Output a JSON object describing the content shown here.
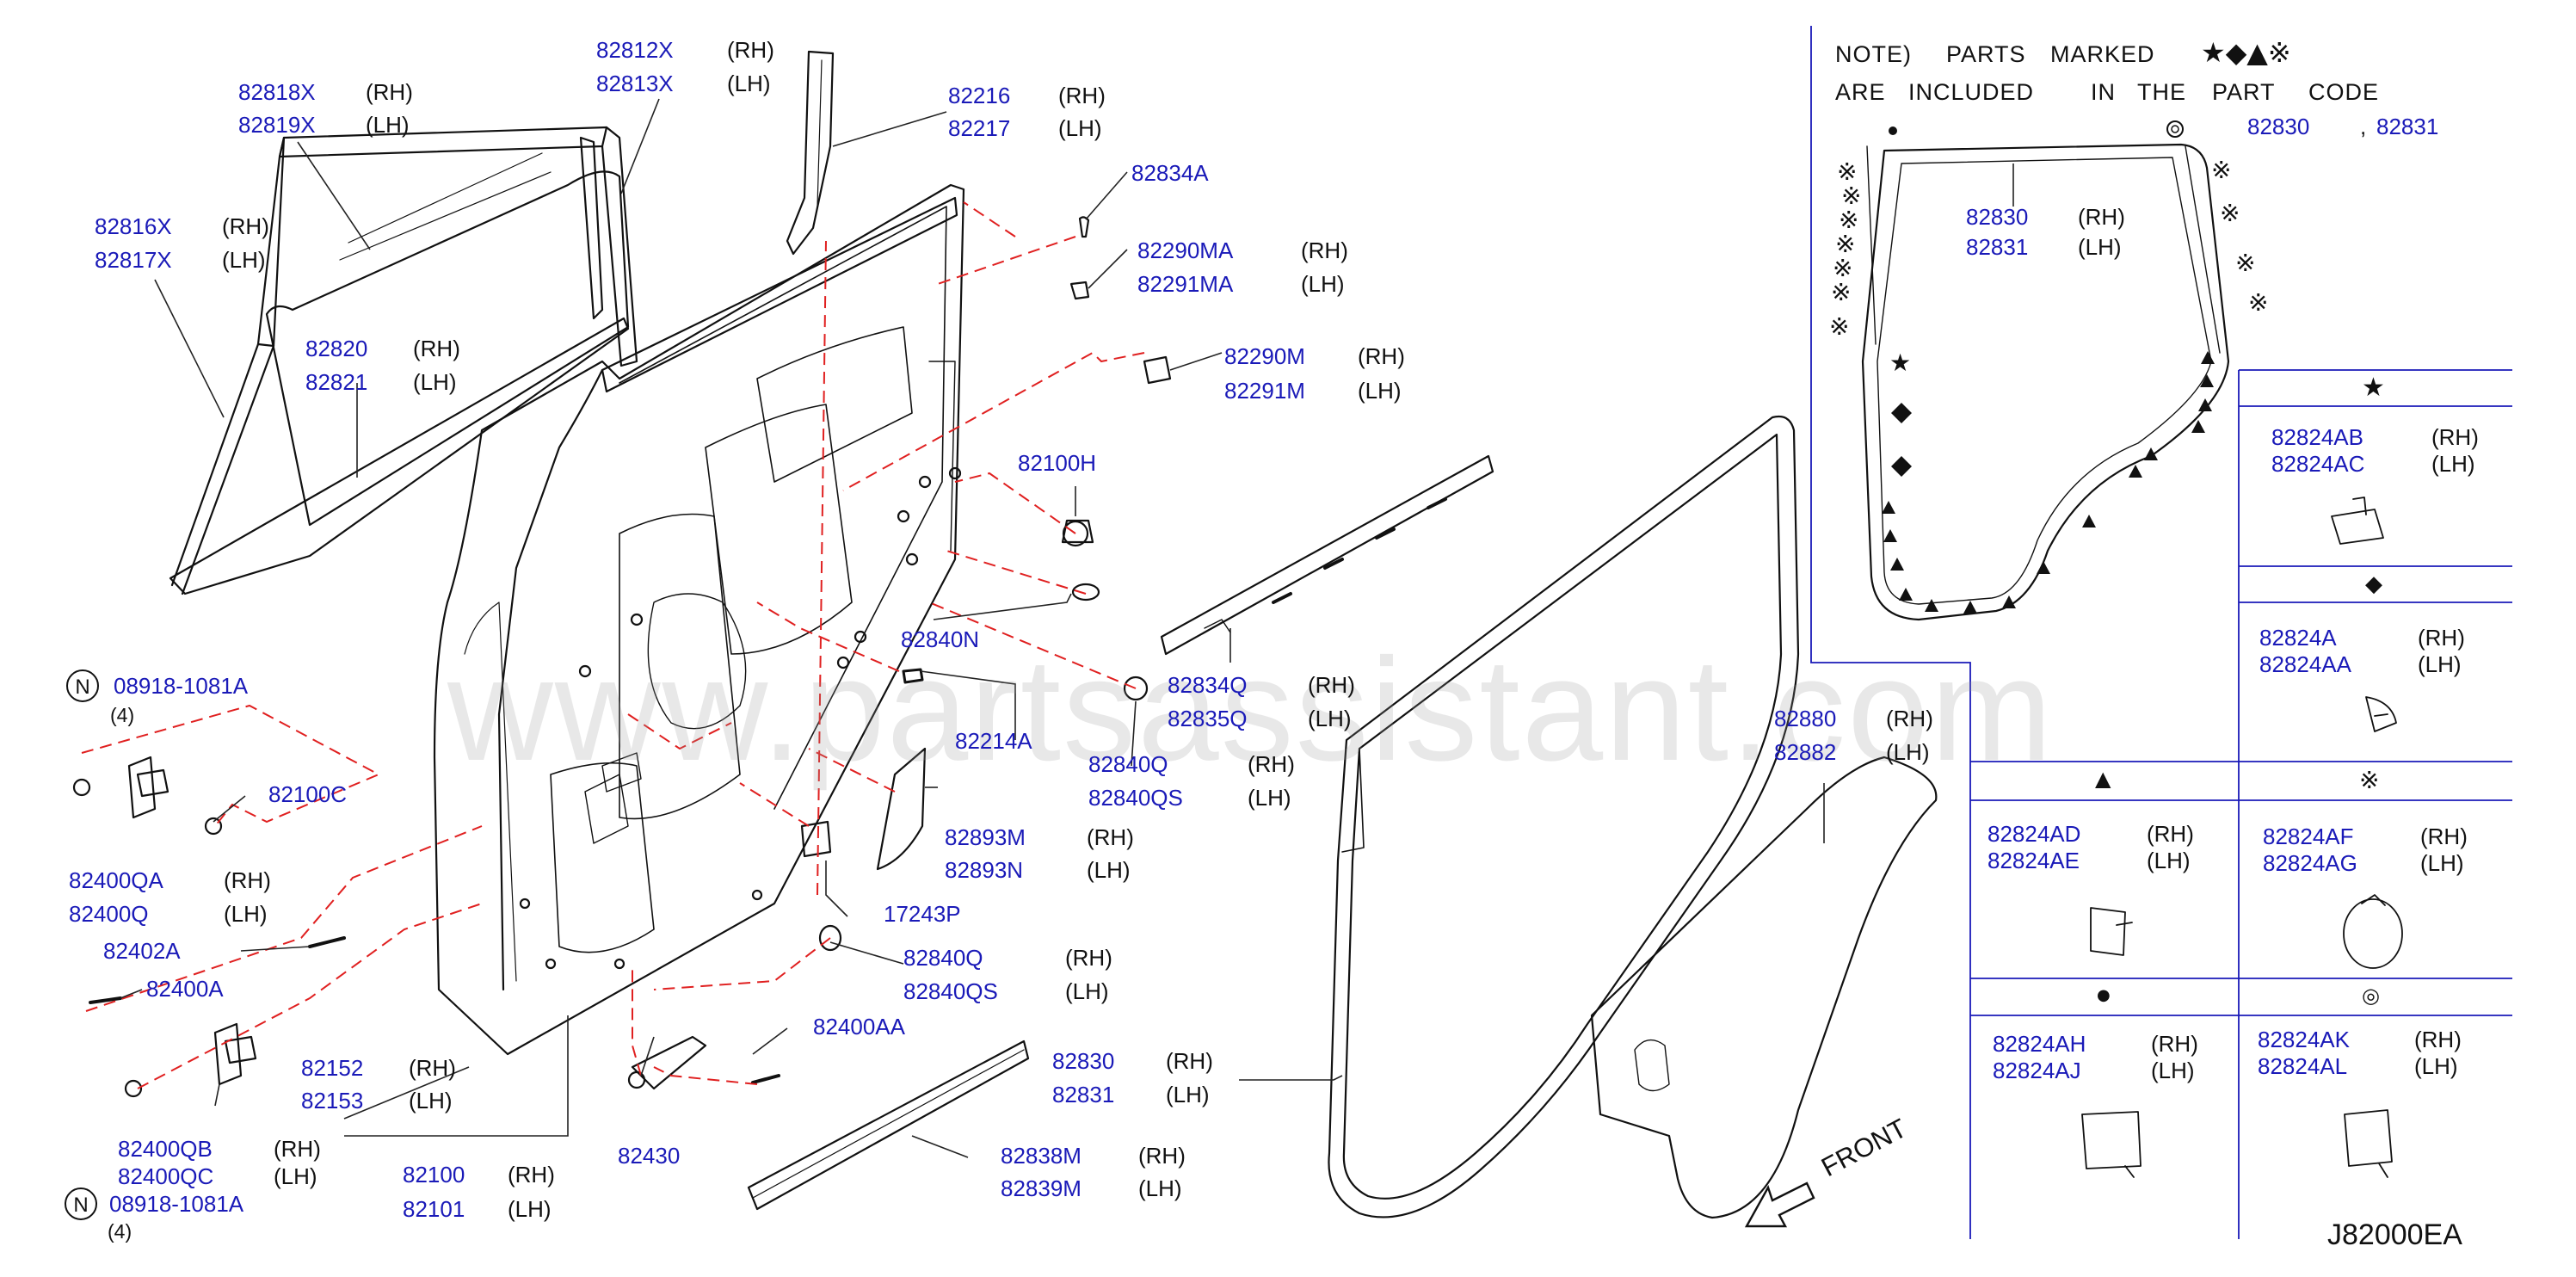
{
  "watermark": "www.partsassistant.com",
  "figure_code": "J82000EA",
  "front_label": "FRONT",
  "note": {
    "line1": "NOTE)",
    "parts": "PARTS",
    "marked": "MARKED",
    "symbols": "★◆▲※",
    "are": "ARE",
    "included": "INCLUDED",
    "in": "IN",
    "the": "THE",
    "part": "PART",
    "code": "CODE",
    "code_a": "82830",
    "comma": ",",
    "code_b": "82831"
  },
  "side": {
    "rh": "(RH)",
    "lh": "(LH)"
  },
  "qty4": "(4)",
  "n_mark": "N",
  "parts": {
    "p82818X": "82818X",
    "p82819X": "82819X",
    "p82812X": "82812X",
    "p82813X": "82813X",
    "p82216": "82216",
    "p82217": "82217",
    "p82816X": "82816X",
    "p82817X": "82817X",
    "p82834A": "82834A",
    "p82290MA": "82290MA",
    "p82291MA": "82291MA",
    "p82820": "82820",
    "p82821": "82821",
    "p82290M": "82290M",
    "p82291M": "82291M",
    "p82100H": "82100H",
    "p82840N": "82840N",
    "p08918a": "08918-1081A",
    "p82834Q": "82834Q",
    "p82835Q": "82835Q",
    "p82214A": "82214A",
    "p82840Q_a": "82840Q",
    "p82840QS_a": "82840QS",
    "p82100C": "82100C",
    "p82893M": "82893M",
    "p82893N": "82893N",
    "p82400QA": "82400QA",
    "p82400Q": "82400Q",
    "p17243P": "17243P",
    "p82402A": "82402A",
    "p82840Q_b": "82840Q",
    "p82840QS_b": "82840QS",
    "p82400A": "82400A",
    "p82400AA": "82400AA",
    "p82152": "82152",
    "p82153": "82153",
    "p82830_main": "82830",
    "p82831_main": "82831",
    "p82400QB": "82400QB",
    "p82400QC": "82400QC",
    "p08918b": "08918-1081A",
    "p82430": "82430",
    "p82838M": "82838M",
    "p82839M": "82839M",
    "p82100": "82100",
    "p82101": "82101",
    "p82880": "82880",
    "p82882": "82882",
    "p82830_in": "82830",
    "p82831_in": "82831"
  },
  "legend": [
    {
      "symbol": "★",
      "rh": "82824AB",
      "lh": "82824AC"
    },
    {
      "symbol": "◆",
      "rh": "82824A",
      "lh": "82824AA"
    },
    {
      "symbol": "▲",
      "rh": "82824AD",
      "lh": "82824AE"
    },
    {
      "symbol": "※",
      "rh": "82824AF",
      "lh": "82824AG"
    },
    {
      "symbol": "●",
      "rh": "82824AH",
      "lh": "82824AJ"
    },
    {
      "symbol": "◎",
      "rh": "82824AK",
      "lh": "82824AL"
    }
  ]
}
